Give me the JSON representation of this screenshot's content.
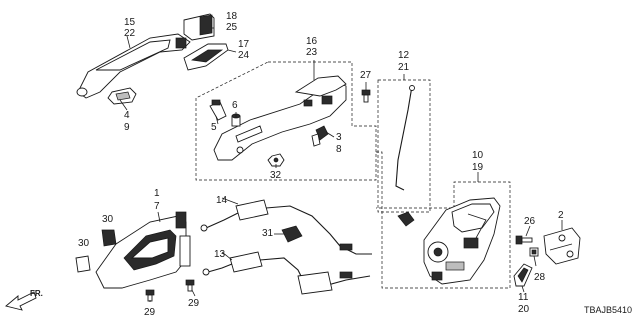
{
  "diagram_code": "TBAJB5410",
  "direction_label": "FR.",
  "callouts": {
    "c15": "15",
    "c22": "22",
    "c18": "18",
    "c25": "25",
    "c17": "17",
    "c24": "24",
    "c4": "4",
    "c9": "9",
    "c16": "16",
    "c23": "23",
    "c6": "6",
    "c5": "5",
    "c27": "27",
    "c3": "3",
    "c8": "8",
    "c32": "32",
    "c12": "12",
    "c21": "21",
    "c10": "10",
    "c19": "19",
    "c1": "1",
    "c7": "7",
    "c30a": "30",
    "c30b": "30",
    "c14": "14",
    "c31": "31",
    "c13": "13",
    "c29a": "29",
    "c29b": "29",
    "c26": "26",
    "c2": "2",
    "c28": "28",
    "c11": "11",
    "c20": "20"
  },
  "colors": {
    "line": "#1a1a1a",
    "fill_dark": "#2b2b2b",
    "fill_grey": "#bdbdbd"
  }
}
